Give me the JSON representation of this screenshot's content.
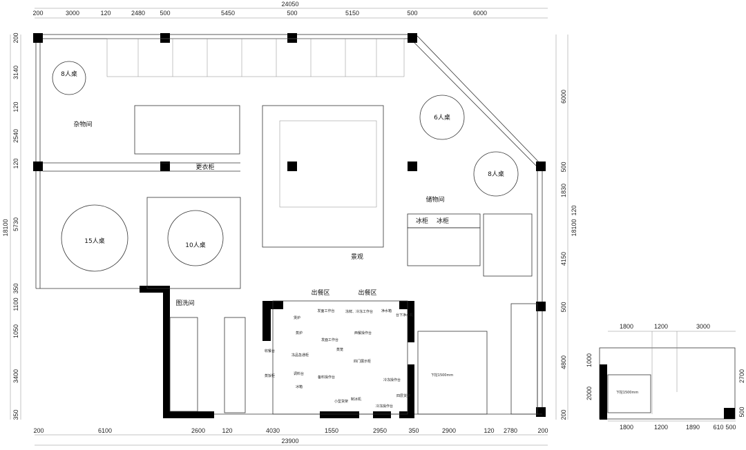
{
  "dimensions": {
    "top_total": "24050",
    "top": [
      "200",
      "3000",
      "120",
      "2480",
      "500",
      "5450",
      "500",
      "5150",
      "500",
      "6000"
    ],
    "bottom_total": "23900",
    "bottom": [
      "200",
      "6100",
      "2600",
      "120",
      "4030",
      "1550",
      "2950",
      "350",
      "2900",
      "120",
      "2780",
      "200"
    ],
    "left_total": "18100",
    "left": [
      "200",
      "3140",
      "120",
      "2540",
      "120",
      "5730",
      "350",
      "1100",
      "1050",
      "3400",
      "350"
    ],
    "right_total": "18100",
    "right": [
      "6000",
      "500",
      "1830",
      "4150",
      "500",
      "4800",
      "200",
      "120"
    ],
    "inset_top": [
      "1800",
      "1200",
      "3000"
    ],
    "inset_bottom": [
      "1800",
      "1200",
      "1890",
      "610",
      "500"
    ],
    "inset_left": [
      "1000",
      "2000"
    ],
    "inset_right": [
      "2700",
      "500"
    ]
  },
  "rooms": {
    "table8_a": "8人桌",
    "storage_misc": "杂物间",
    "locker": "更衣柜",
    "table15": "15人桌",
    "table10": "10人桌",
    "table6": "6人桌",
    "table8_b": "8人桌",
    "storage": "储物间",
    "freezer1": "冰柜",
    "freezer2": "冰柜",
    "landscape": "景观",
    "serving1": "出餐区",
    "serving2": "出餐区",
    "washroom": "图洗间",
    "down_stair": "下挖1500mm",
    "inset_down": "下挖1500mm"
  },
  "kitchen_labels": [
    "发面工作台",
    "煲炉",
    "蒸炉",
    "发面工作台",
    "冻鲜、冷冻工作台",
    "净水箱",
    "台下净水机",
    "蒸笼",
    "收餐台",
    "冻品急通柜",
    "调料台",
    "蒸饭柜",
    "备料操作台",
    "西餐操作台",
    "四门展示柜",
    "冰箱",
    "冷冻操作台",
    "四层货架",
    "制冰机",
    "小型货架",
    "冷冻操作台"
  ]
}
